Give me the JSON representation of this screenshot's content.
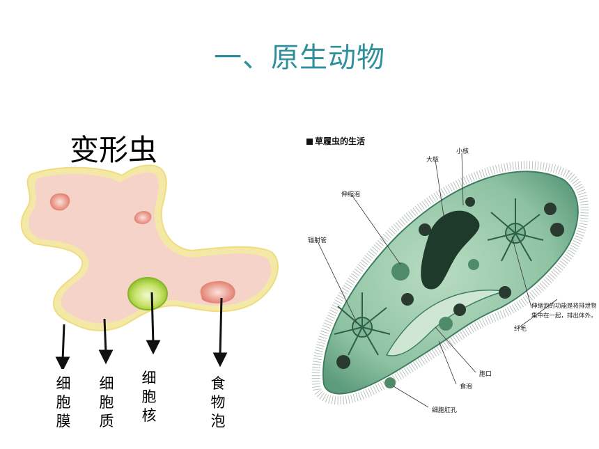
{
  "title": "一、原生动物",
  "amoeba": {
    "title": "变形虫",
    "labels": {
      "membrane": "细胞膜",
      "cytoplasm": "细胞质",
      "nucleus": "细胞核",
      "food_vacuole": "食物泡"
    }
  },
  "paramecium": {
    "title": "草履虫的生活",
    "labels": {
      "macronucleus": "大核",
      "micronucleus": "小核",
      "contractile_vacuole": "伸缩泡",
      "radial_canal": "辐射管",
      "cilia": "纤毛",
      "oral_groove": "胞口",
      "food_vacuole": "食泡",
      "anal_pore": "细胞肛孔"
    },
    "note": "伸缩泡的功能是将排泄物集中在一起，排出体外。"
  },
  "colors": {
    "title": "#2f8f9d",
    "amoeba_body": "#f5d3c8",
    "amoeba_rim": "#f4e8a6",
    "nucleus": "#b4d94a",
    "paramecium_body": "#8dc2a2"
  }
}
